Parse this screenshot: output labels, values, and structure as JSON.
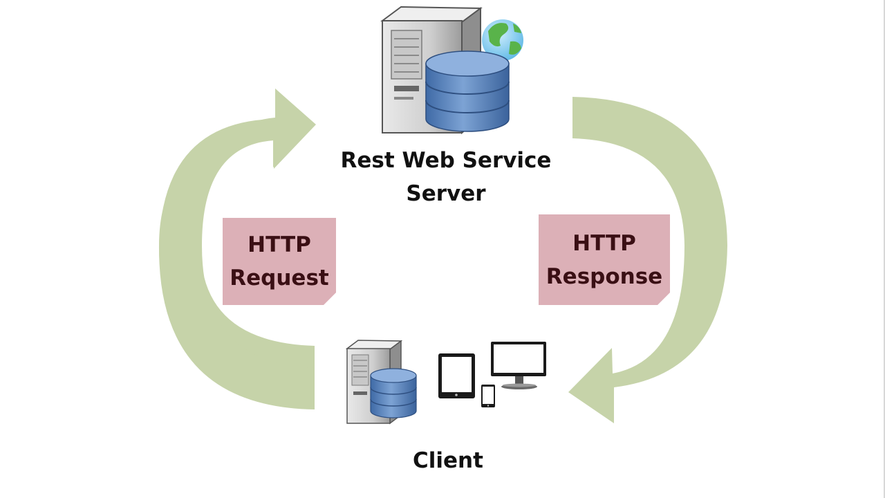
{
  "nodes": {
    "server": {
      "title_line1": "Rest Web Service",
      "title_line2": "Server"
    },
    "client": {
      "title": "Client"
    }
  },
  "edges": {
    "request": {
      "line1": "HTTP",
      "line2": "Request"
    },
    "response": {
      "line1": "HTTP",
      "line2": "Response"
    }
  },
  "colors": {
    "arrow": "#c6d3a9",
    "label_box": "#dcb0b7",
    "label_text": "#3a0f14",
    "db_blue": "#4f7ab3",
    "server_gray": "#d9d9d9"
  },
  "icons": [
    "server-tower-icon",
    "database-icon",
    "globe-icon",
    "tablet-icon",
    "phone-icon",
    "desktop-monitor-icon"
  ]
}
